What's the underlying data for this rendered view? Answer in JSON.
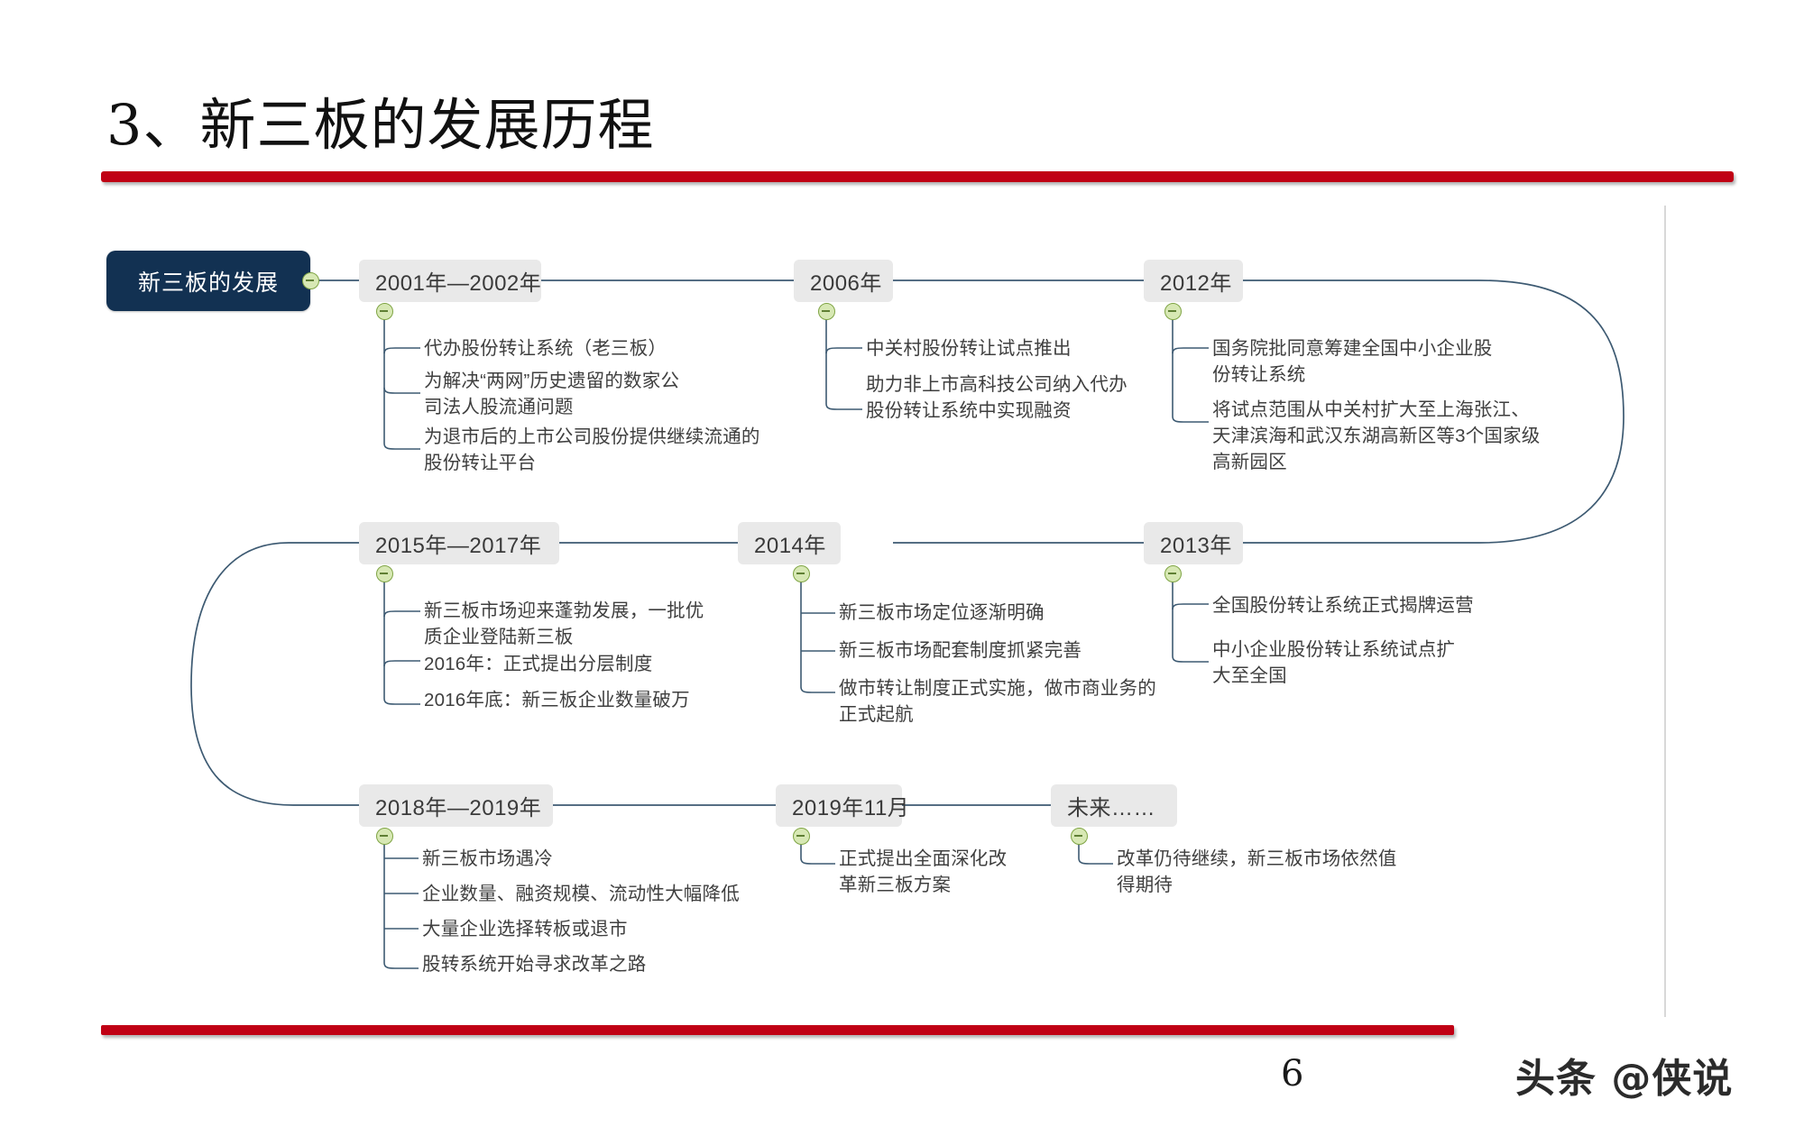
{
  "slide": {
    "title": "3、新三板的发展历程",
    "page_number": "6",
    "watermark": "头条 @侠说",
    "accent_color": "#c00014",
    "root_color": "#123152",
    "node_color": "#e9e9e9",
    "knob_color": "#d7e8b4"
  },
  "mindmap": {
    "root": {
      "label": "新三板的发展"
    },
    "branches": [
      {
        "id": "b2001",
        "label": "2001年—2002年",
        "bullets": [
          "代办股份转让系统（老三板）",
          "为解决“两网”历史遗留的数家公\n司法人股流通问题",
          "为退市后的上市公司股份提供继续流通的\n股份转让平台"
        ]
      },
      {
        "id": "b2006",
        "label": "2006年",
        "bullets": [
          "中关村股份转让试点推出",
          "助力非上市高科技公司纳入代办\n股份转让系统中实现融资"
        ]
      },
      {
        "id": "b2012",
        "label": "2012年",
        "bullets": [
          "国务院批同意筹建全国中小企业股\n份转让系统",
          "将试点范围从中关村扩大至上海张江、\n天津滨海和武汉东湖高新区等3个国家级\n高新园区"
        ]
      },
      {
        "id": "b2015",
        "label": "2015年—2017年",
        "bullets": [
          "新三板市场迎来蓬勃发展，一批优\n质企业登陆新三板",
          "2016年：正式提出分层制度",
          "2016年底：新三板企业数量破万"
        ]
      },
      {
        "id": "b2014",
        "label": "2014年",
        "bullets": [
          "新三板市场定位逐渐明确",
          "新三板市场配套制度抓紧完善",
          "做市转让制度正式实施，做市商业务的\n正式起航"
        ]
      },
      {
        "id": "b2013",
        "label": "2013年",
        "bullets": [
          "全国股份转让系统正式揭牌运营",
          "中小企业股份转让系统试点扩\n大至全国"
        ]
      },
      {
        "id": "b2018",
        "label": "2018年—2019年",
        "bullets": [
          "新三板市场遇冷",
          "企业数量、融资规模、流动性大幅降低",
          "大量企业选择转板或退市",
          "股转系统开始寻求改革之路"
        ]
      },
      {
        "id": "b201911",
        "label": "2019年11月",
        "bullets": [
          "正式提出全面深化改\n革新三板方案"
        ]
      },
      {
        "id": "bfuture",
        "label": "未来……",
        "bullets": [
          "改革仍待继续，新三板市场依然值\n得期待"
        ]
      }
    ]
  }
}
